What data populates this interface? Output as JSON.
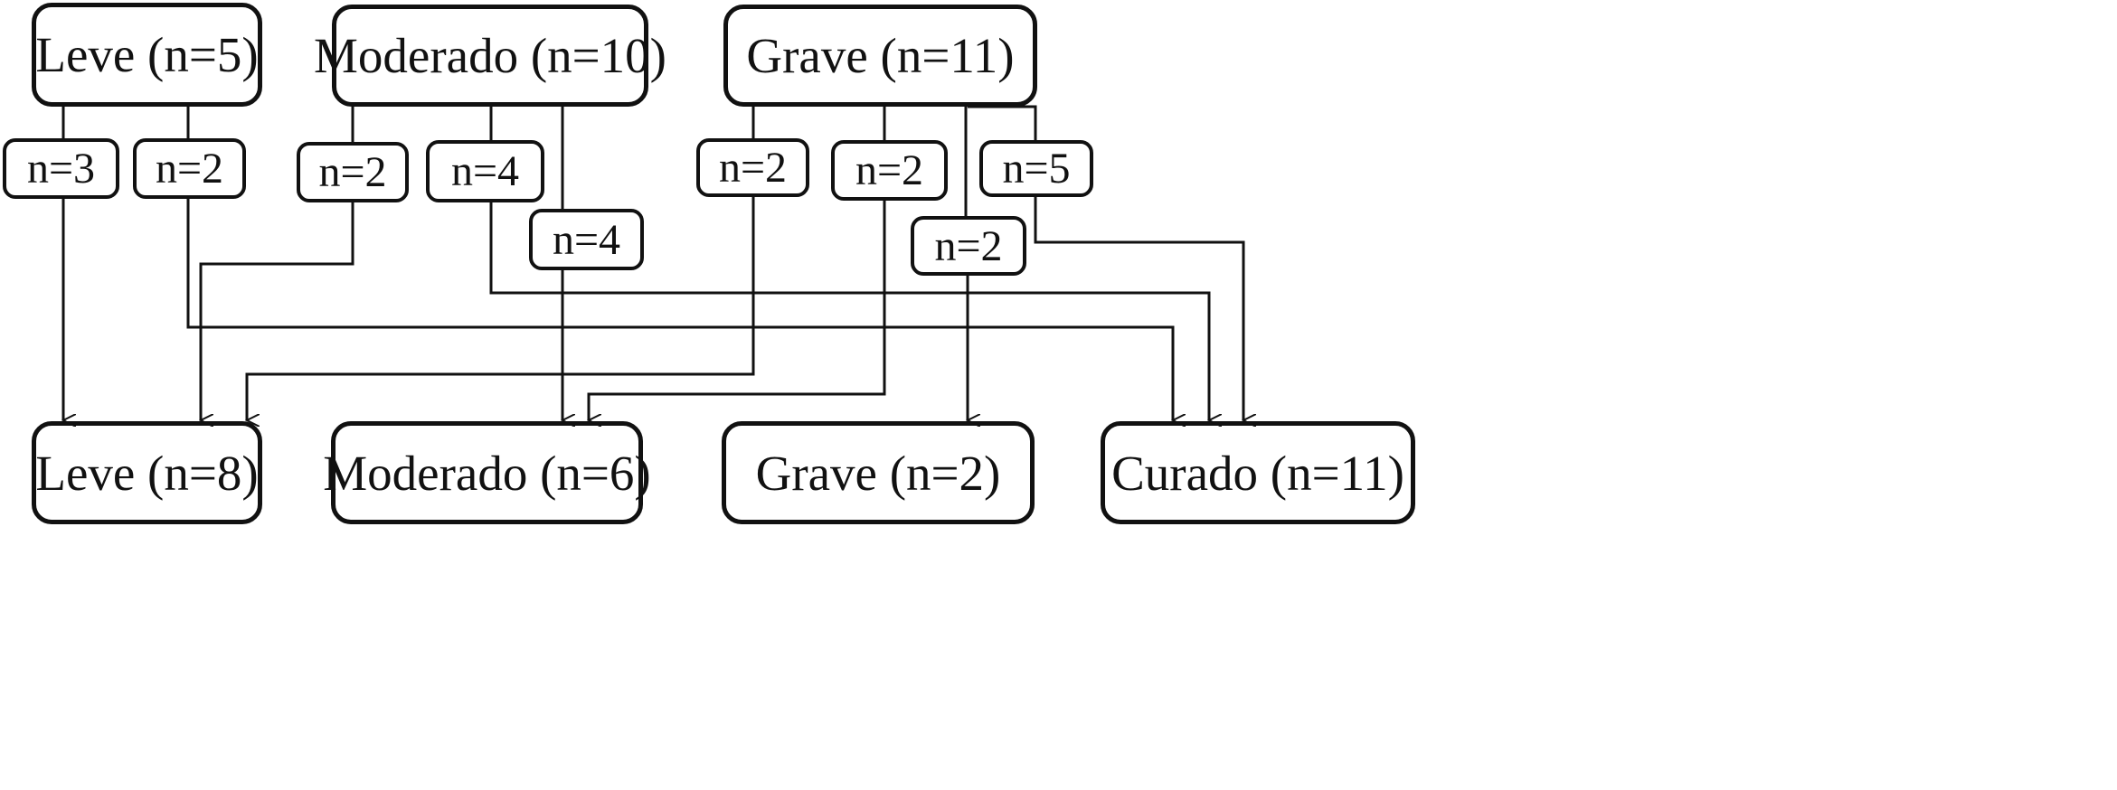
{
  "initial_states": [
    {
      "id": "leve0",
      "label": "Leve (n=5)"
    },
    {
      "id": "mod0",
      "label": "Moderado (n=10)"
    },
    {
      "id": "grave0",
      "label": "Grave (n=11)"
    }
  ],
  "final_states": [
    {
      "id": "leve1",
      "label": "Leve (n=8)"
    },
    {
      "id": "mod1",
      "label": "Moderado (n=6)"
    },
    {
      "id": "grave1",
      "label": "Grave (n=2)"
    },
    {
      "id": "curado1",
      "label": "Curado (n=11)"
    }
  ],
  "transitions": [
    {
      "from": "Leve (n=5)",
      "to": "Leve (n=8)",
      "label": "n=3",
      "count": 3
    },
    {
      "from": "Leve (n=5)",
      "to": "Curado (n=11)",
      "label": "n=2",
      "count": 2
    },
    {
      "from": "Moderado (n=10)",
      "to": "Leve (n=8)",
      "label": "n=2",
      "count": 2
    },
    {
      "from": "Moderado (n=10)",
      "to": "Curado (n=11)",
      "label": "n=4",
      "count": 4
    },
    {
      "from": "Moderado (n=10)",
      "to": "Moderado (n=6)",
      "label": "n=4",
      "count": 4
    },
    {
      "from": "Grave (n=11)",
      "to": "Leve (n=8)",
      "label": "n=2",
      "count": 2
    },
    {
      "from": "Grave (n=11)",
      "to": "Moderado (n=6)",
      "label": "n=2",
      "count": 2
    },
    {
      "from": "Grave (n=11)",
      "to": "Curado (n=11)",
      "label": "n=5",
      "count": 5
    },
    {
      "from": "Grave (n=11)",
      "to": "Grave (n=2)",
      "label": "n=2",
      "count": 2
    }
  ],
  "colors": {
    "line": "#111111",
    "border": "#111111",
    "background": "#ffffff"
  }
}
